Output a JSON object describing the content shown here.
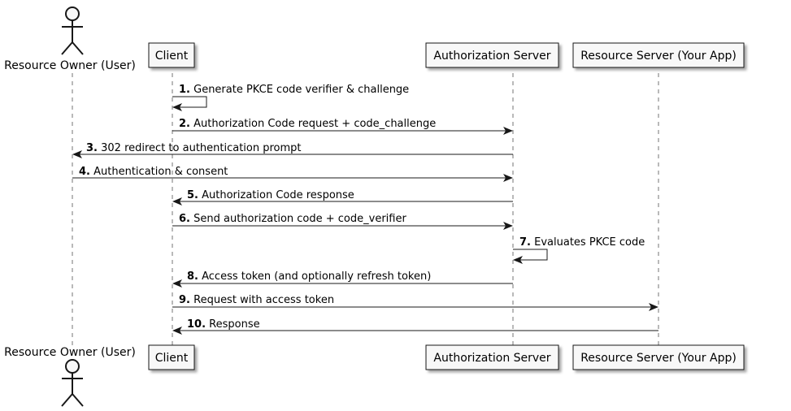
{
  "participants": [
    {
      "id": "owner",
      "label": "Resource Owner (User)",
      "kind": "actor"
    },
    {
      "id": "client",
      "label": "Client",
      "kind": "box"
    },
    {
      "id": "auth",
      "label": "Authorization Server",
      "kind": "box"
    },
    {
      "id": "resource",
      "label": "Resource Server (Your App)",
      "kind": "box"
    }
  ],
  "messages": [
    {
      "num": "1.",
      "text": "Generate PKCE code verifier & challenge",
      "from": "client",
      "to": "client"
    },
    {
      "num": "2.",
      "text": "Authorization Code request + code_challenge",
      "from": "client",
      "to": "auth"
    },
    {
      "num": "3.",
      "text": "302 redirect to authentication prompt",
      "from": "auth",
      "to": "owner"
    },
    {
      "num": "4.",
      "text": "Authentication & consent",
      "from": "owner",
      "to": "auth"
    },
    {
      "num": "5.",
      "text": "Authorization Code response",
      "from": "auth",
      "to": "client"
    },
    {
      "num": "6.",
      "text": "Send authorization code + code_verifier",
      "from": "client",
      "to": "auth"
    },
    {
      "num": "7.",
      "text": "Evaluates PKCE code",
      "from": "auth",
      "to": "auth"
    },
    {
      "num": "8.",
      "text": "Access token (and optionally refresh token)",
      "from": "auth",
      "to": "client"
    },
    {
      "num": "9.",
      "text": "Request with access token",
      "from": "client",
      "to": "resource"
    },
    {
      "num": "10.",
      "text": "Response",
      "from": "resource",
      "to": "client"
    }
  ]
}
